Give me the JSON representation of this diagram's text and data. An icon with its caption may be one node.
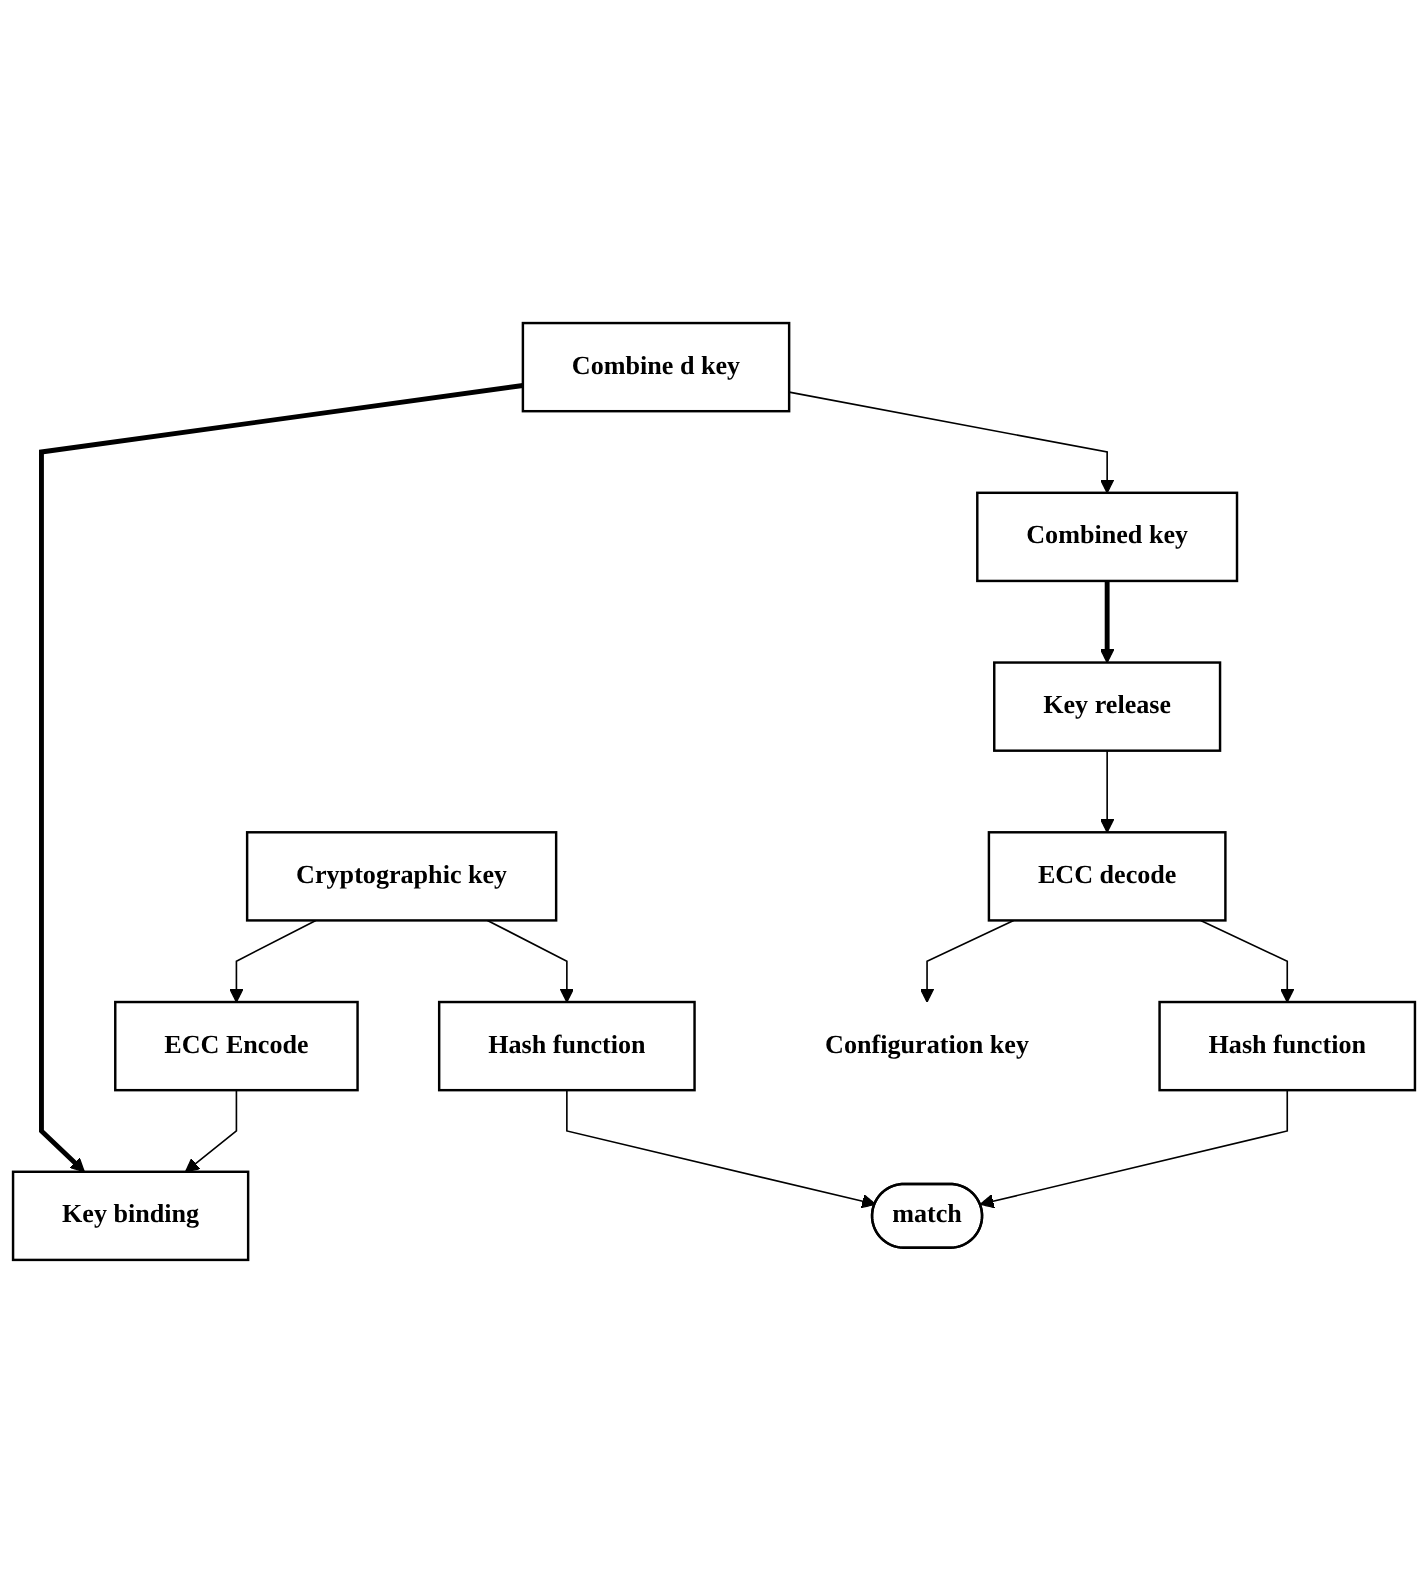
{
  "diagram": {
    "nodes": [
      {
        "text": [
          "Cryptographic key"
        ]
      },
      {
        "text": [
          "Combine d key"
        ]
      },
      {
        "text": [
          "Key binding"
        ]
      },
      {
        "text": [
          "ECC Encode"
        ]
      },
      {
        "text": [
          "Hash function"
        ]
      },
      {
        "text": [
          "match"
        ]
      },
      {
        "text": [
          "Combined key"
        ]
      },
      {
        "text": [
          "Key release"
        ]
      },
      {
        "text": [
          "Hash function"
        ]
      },
      {
        "text": [
          "ECC decode"
        ]
      },
      {
        "text": [
          "Configuration key"
        ]
      }
    ],
    "edges": [
      {
        "from": 0,
        "to": 3,
        "arrow": "to"
      },
      {
        "from": 0,
        "to": 4,
        "arrow": "to"
      },
      {
        "from": 1,
        "to": 2,
        "arrow": "to",
        "style": "thick"
      },
      {
        "from": 3,
        "to": 2,
        "arrow": "to"
      },
      {
        "from": 4,
        "to": 5,
        "arrow": "to"
      },
      {
        "from": 1,
        "to": 6,
        "arrow": "to"
      },
      {
        "from": 6,
        "to": 7,
        "arrow": "to",
        "style": "thick"
      },
      {
        "from": 7,
        "to": 9,
        "arrow": "to"
      },
      {
        "from": 9,
        "to": 8,
        "arrow": "to"
      },
      {
        "from": 8,
        "to": 5,
        "arrow": "to"
      },
      {
        "from": 9,
        "to": 10,
        "arrow": "to"
      }
    ]
  }
}
